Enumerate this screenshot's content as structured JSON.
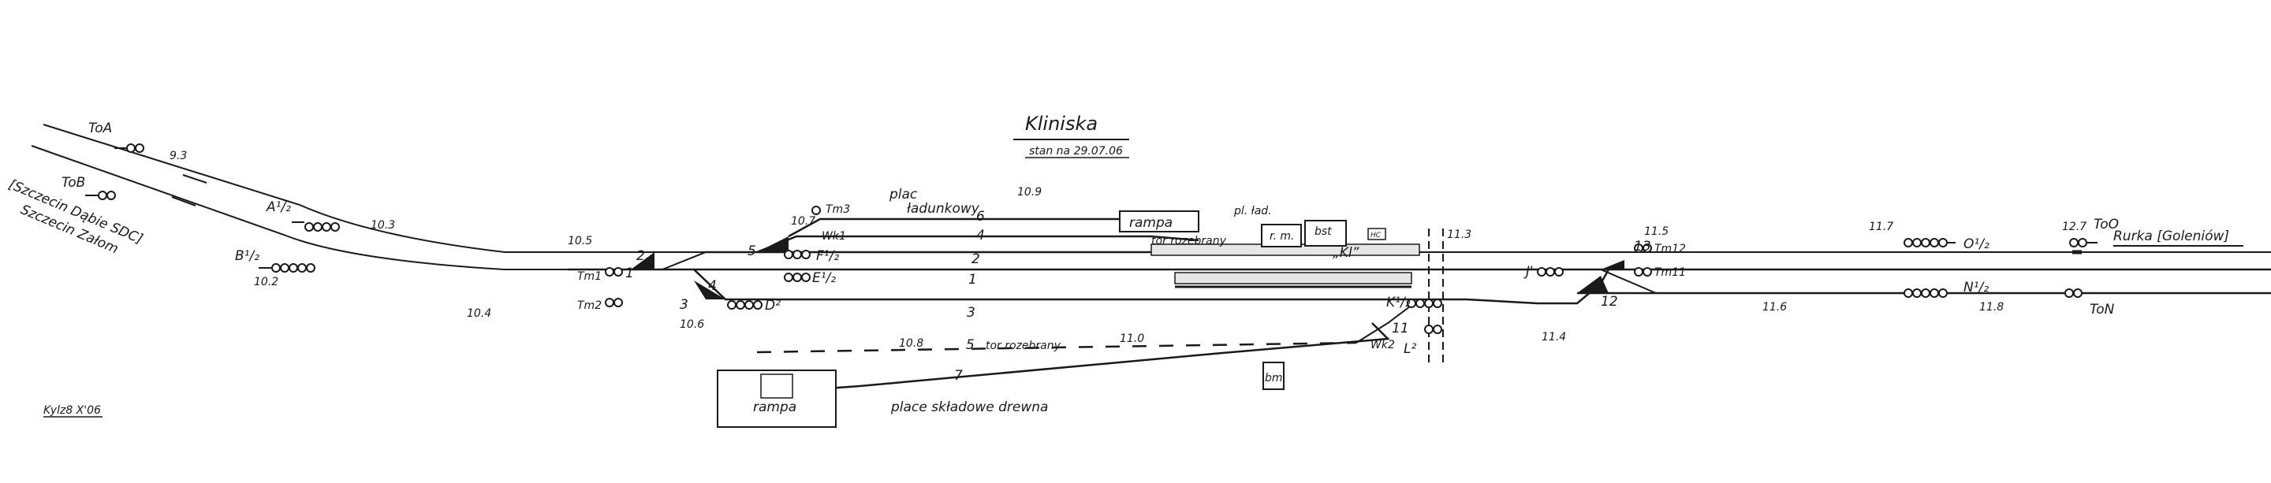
{
  "station": {
    "name": "Kliniska",
    "date": "stan na 29.07.06",
    "author": "Kylz8 X'06"
  },
  "directions": {
    "left_1": "[Szczecin Dąbie SDC]",
    "left_2": "Szczecin Załom",
    "right": "Rurka [Goleniów]"
  },
  "signals": {
    "ToA": "ToA",
    "ToB": "ToB",
    "A12": "A¹/₂",
    "B12": "B¹/₂",
    "Tm1": "Tm1",
    "Tm2": "Tm2",
    "Tm3": "Tm3",
    "E12": "E¹/₂",
    "F12": "F¹/₂",
    "D2": "D²",
    "K12": "K¹/₂",
    "L2": "L²",
    "J1": "J'",
    "Tm12": "Tm12",
    "Tm11": "Tm11",
    "O12": "O¹/₂",
    "N12": "N¹/₂",
    "ToO": "ToO",
    "ToN": "ToN",
    "Wk1": "Wk1",
    "Wk2": "Wk2"
  },
  "km": {
    "k93": "9.3",
    "k102": "10.2",
    "k103": "10.3",
    "k104": "10.4",
    "k105": "10.5",
    "k106": "10.6",
    "k107": "10.7",
    "k108": "10.8",
    "k109": "10.9",
    "k110": "11.0",
    "k113": "11.3",
    "k114": "11.4",
    "k115": "11.5",
    "k116": "11.6",
    "k117": "11.7",
    "k118": "11.8",
    "k127": "12.7"
  },
  "tracks": {
    "t1": "1",
    "t2": "2",
    "t3": "3",
    "t4": "4",
    "t5": "5",
    "t6": "6",
    "t7": "7"
  },
  "switches": {
    "s1": "1",
    "s2": "2",
    "s3": "3",
    "s4": "4",
    "s5": "5",
    "s11": "11",
    "s12": "12",
    "s13": "13"
  },
  "labels": {
    "plac_1": "plac",
    "plac_2": "ładunkowy",
    "tor_rozebrany": "tor rozebrany",
    "tor_rozebrany_5": "tor rozebrany",
    "rampa_top": "rampa",
    "rampa_bottom": "rampa",
    "pl_lad": "pl. ład.",
    "rm": "r. m.",
    "bst": "bst",
    "kl": "„Kl”",
    "hc": "HC",
    "bm": "bm",
    "place_skladowe": "place składowe drewna"
  }
}
